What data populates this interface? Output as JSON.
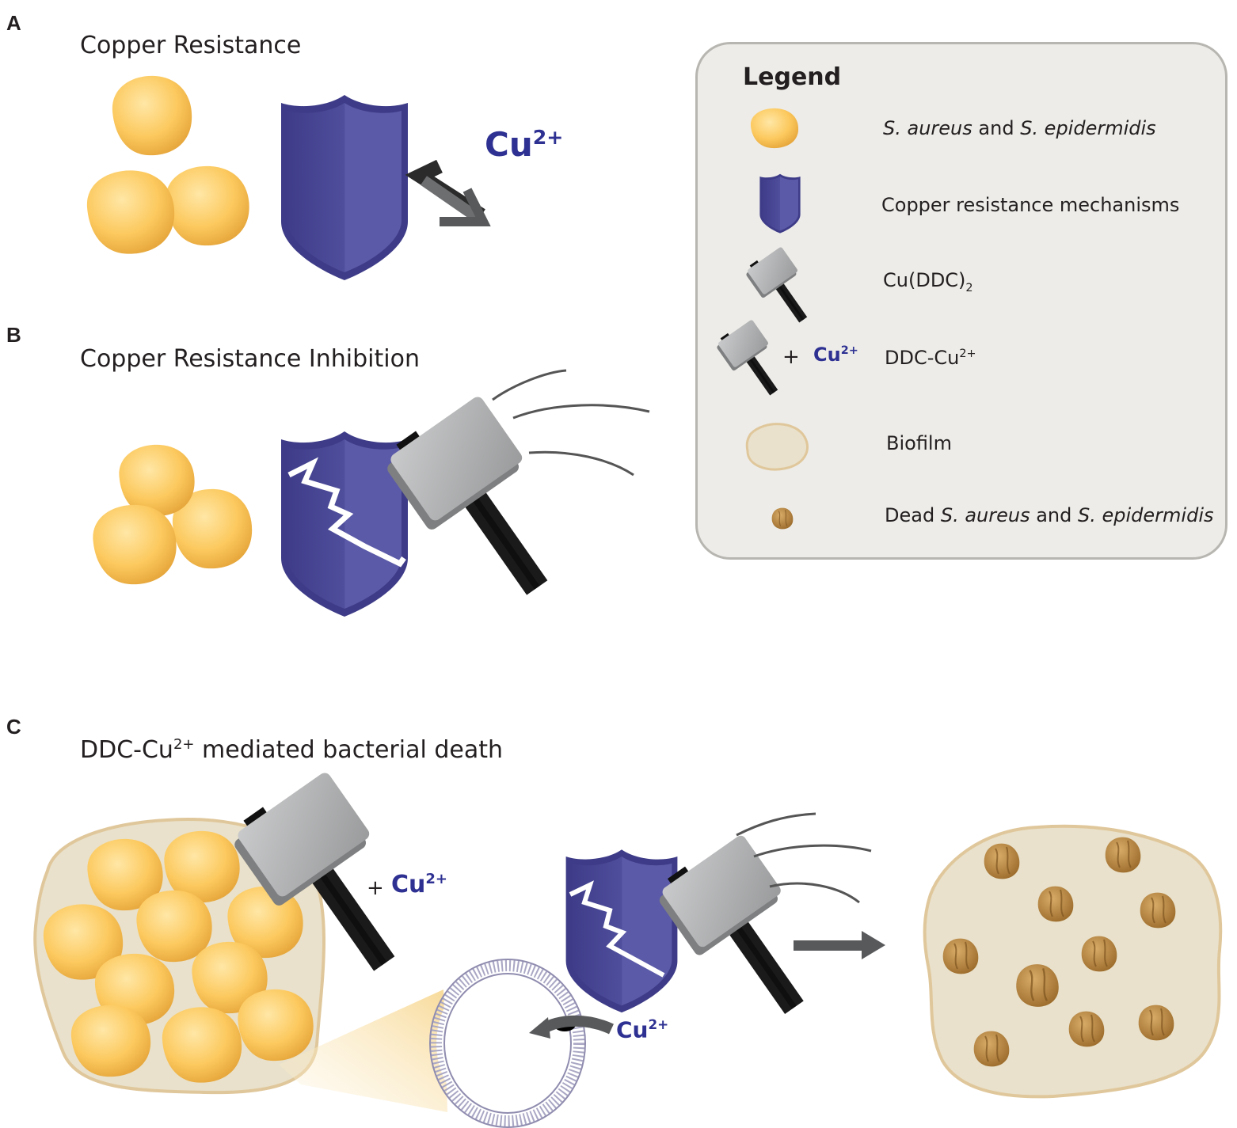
{
  "panels": {
    "a": {
      "letter": "A",
      "title": "Copper Resistance"
    },
    "b": {
      "letter": "B",
      "title": "Copper Resistance Inhibition"
    },
    "c": {
      "letter": "C",
      "title_prefix": "DDC-Cu",
      "title_sup": "2+",
      "title_suffix": " mediated bacterial death"
    }
  },
  "ion": {
    "base": "Cu",
    "charge": "2+"
  },
  "plus_sign": "+",
  "legend": {
    "title": "Legend",
    "items": [
      {
        "icon": "bacteria-cluster-icon",
        "label_i1": "S. aureus",
        "label_mid": " and ",
        "label_i2": "S. epidermidis"
      },
      {
        "icon": "shield-icon",
        "label": "Copper resistance mechanisms"
      },
      {
        "icon": "hammer-icon",
        "label_main": "Cu(DDC)",
        "label_sub": "2"
      },
      {
        "icon": "hammer-plus-ion-icon",
        "label_main": "DDC-Cu",
        "label_sup": "2+"
      },
      {
        "icon": "biofilm-icon",
        "label": "Biofilm"
      },
      {
        "icon": "dead-bacteria-icon",
        "label_pre": "Dead ",
        "label_i1": "S. aureus",
        "label_mid": " and ",
        "label_i2": "S. epidermidis"
      }
    ]
  },
  "colors": {
    "bacteria": "#fcc95e",
    "shield": "#4f4e9c",
    "hammer_head": "#a9aaab",
    "hammer_handle": "#1a1a1a",
    "ion": "#2e3192",
    "biofilm": "#e9e1cb",
    "dead_bacteria": "#b88a45",
    "arrow": "#58595b"
  }
}
